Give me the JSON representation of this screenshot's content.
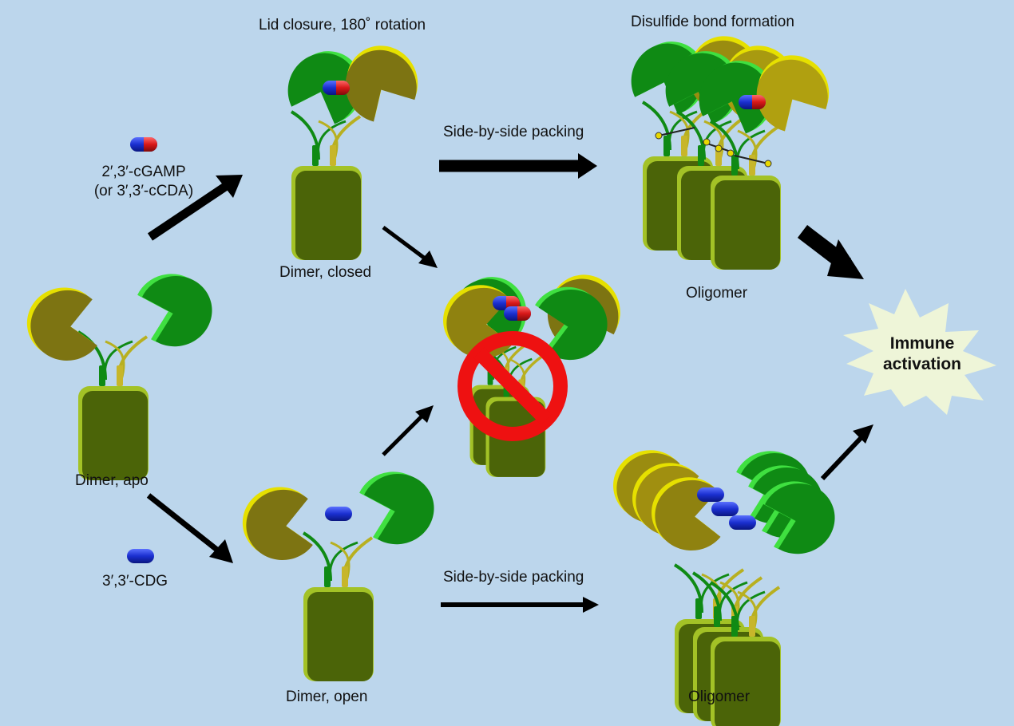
{
  "labels": {
    "lid_closure": "Lid closure, 180˚ rotation",
    "disulfide": "Disulfide bond formation",
    "ligand_cgamp_line1": "2′,3′-cGAMP",
    "ligand_cgamp_line2": "(or 3′,3′-cCDA)",
    "side_by_side_top": "Side-by-side packing",
    "dimer_closed": "Dimer, closed",
    "oligomer_top": "Oligomer",
    "dimer_apo": "Dimer, apo",
    "ligand_cdg": "3′,3′-CDG",
    "side_by_side_bottom": "Side-by-side packing",
    "dimer_open": "Dimer, open",
    "oligomer_bottom": "Oligomer",
    "immune_line1": "Immune",
    "immune_line2": "activation"
  },
  "colors": {
    "background": "#bcd6ec",
    "green_lobe": "#0f8a14",
    "olive_lobe": "#7d7412",
    "box": "#4b6408",
    "box_rim": "#a3c226",
    "ligand_blue": "#1a2fd0",
    "ligand_red": "#d81818",
    "inhibit_red": "#ee1111",
    "burst": "#eef5d8"
  },
  "icons": [
    "ligand-icon",
    "no-entry-icon",
    "starburst-icon",
    "arrow-icon"
  ]
}
